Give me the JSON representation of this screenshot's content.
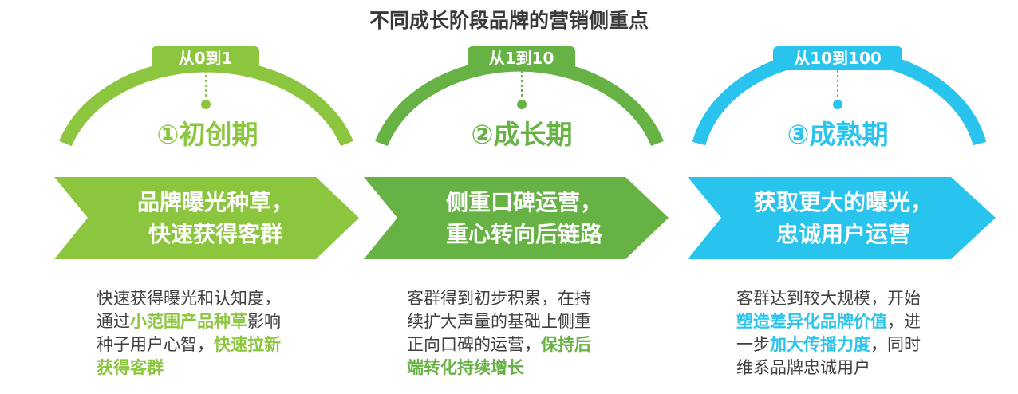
{
  "title": "不同成长阶段品牌的营销侧重点",
  "stages": [
    {
      "range": "从0到1",
      "name": "①初创期",
      "focus_line1": "品牌曝光种草，",
      "focus_line2": "快速获得客群",
      "desc": [
        [
          {
            "t": "快速获得曝光和认知度，",
            "h": false
          }
        ],
        [
          {
            "t": "通过",
            "h": false
          },
          {
            "t": "小范围产品种草",
            "h": true
          },
          {
            "t": "影响",
            "h": false
          }
        ],
        [
          {
            "t": "种子用户心智，",
            "h": false
          },
          {
            "t": "快速拉新",
            "h": true
          }
        ],
        [
          {
            "t": "获得客群",
            "h": true
          }
        ]
      ],
      "color_light": "#8cc63f",
      "color_dark": "#6aaa2a"
    },
    {
      "range": "从1到10",
      "name": "②成长期",
      "focus_line1": "侧重口碑运营，",
      "focus_line2": "重心转向后链路",
      "desc": [
        [
          {
            "t": "客群得到初步积累，在持",
            "h": false
          }
        ],
        [
          {
            "t": "续扩大声量的基础上侧重",
            "h": false
          }
        ],
        [
          {
            "t": "正向口碑的运营，",
            "h": false
          },
          {
            "t": "保持后",
            "h": true
          }
        ],
        [
          {
            "t": "端转化持续增长",
            "h": true
          }
        ]
      ],
      "color_light": "#66b244",
      "color_dark": "#5aa23a"
    },
    {
      "range": "从10到100",
      "name": "③成熟期",
      "focus_line1": "获取更大的曝光，",
      "focus_line2": "忠诚用户运营",
      "desc": [
        [
          {
            "t": "客群达到较大规模，开始",
            "h": false
          }
        ],
        [
          {
            "t": "塑造差异化品牌价值",
            "h": true
          },
          {
            "t": "，进",
            "h": false
          }
        ],
        [
          {
            "t": "一步",
            "h": false
          },
          {
            "t": "加大传播力度",
            "h": true
          },
          {
            "t": "，同时",
            "h": false
          }
        ],
        [
          {
            "t": "维系品牌忠诚用户",
            "h": false
          }
        ]
      ],
      "color_light": "#29c4ee",
      "color_dark": "#1fb4e3"
    }
  ]
}
